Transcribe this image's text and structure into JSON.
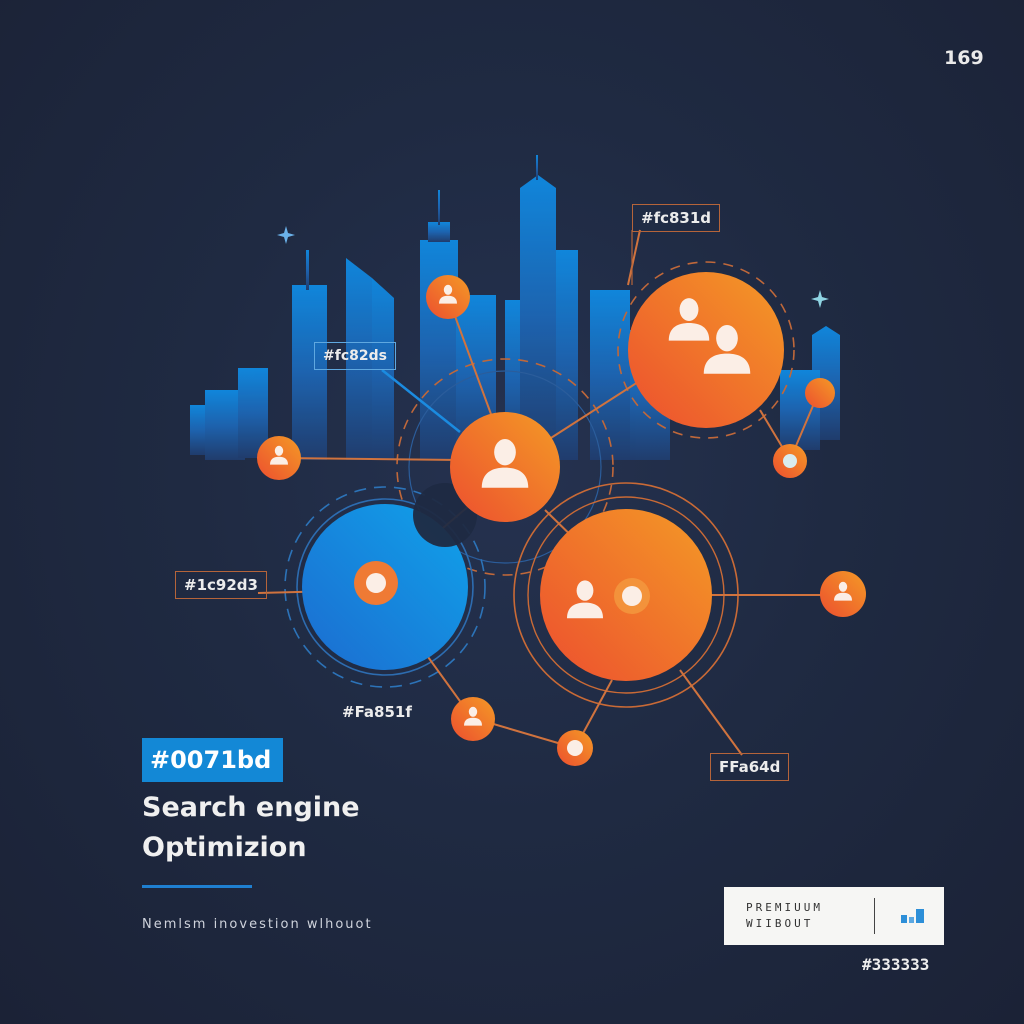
{
  "page": {
    "number": "169",
    "background": "#1f2a42"
  },
  "palette": {
    "orange": "#f2742b",
    "orange_light": "#f3912a",
    "blue": "#1388d6",
    "skyline_blue": "#1f6fc4",
    "line_orange": "#c96a36"
  },
  "illustration": {
    "subject": "network of people nodes over city skyline",
    "labels": [
      {
        "id": "top-right",
        "text": "#fc831d"
      },
      {
        "id": "skyline-left",
        "text": "#fc82ds"
      },
      {
        "id": "left",
        "text": "#1c92d3"
      },
      {
        "id": "under-blue",
        "text": "#Fa851f"
      },
      {
        "id": "bottom-right",
        "text": "FFa64d"
      }
    ],
    "icons": {
      "person": "person-icon",
      "group": "people-group-icon",
      "dot": "node-dot-icon",
      "sparkle": "sparkle-icon"
    }
  },
  "hero": {
    "badge": "#0071bd",
    "title_line1": "Search engine",
    "title_line2": "Optimizion",
    "tagline": "Nemlsm inovestion wlhouot"
  },
  "premium_card": {
    "line1": "PREMIUUM",
    "line2": "WIIBOUT"
  },
  "footer": {
    "code": "#333333"
  }
}
